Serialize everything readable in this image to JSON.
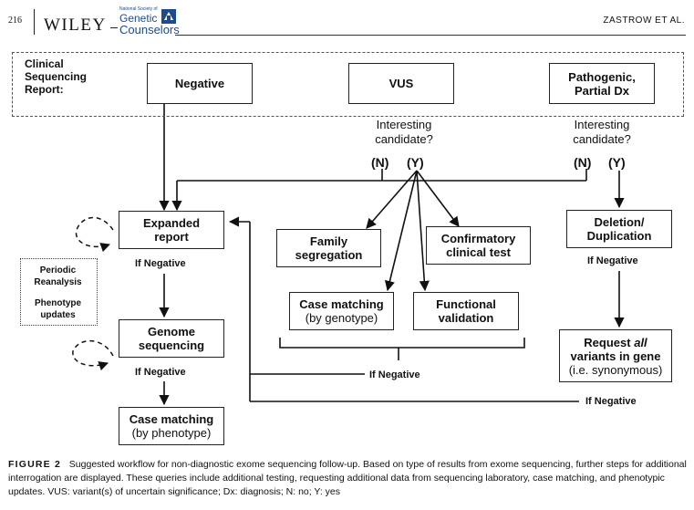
{
  "header": {
    "page_number": "216",
    "publisher": "WILEY",
    "society_line_small": "National Society of",
    "society_line1": "Genetic",
    "society_line2": "Counselors",
    "author_running": "ZASTROW ET AL."
  },
  "report": {
    "label_line1": "Clinical",
    "label_line2": "Sequencing",
    "label_line3": "Report:",
    "negative": "Negative",
    "vus": "VUS",
    "pathogenic_line1": "Pathogenic,",
    "pathogenic_line2": "Partial Dx"
  },
  "question": {
    "vus_line1": "Interesting",
    "vus_line2": "candidate?",
    "path_line1": "Interesting",
    "path_line2": "candidate?",
    "n": "(N)",
    "y": "(Y)"
  },
  "boxes": {
    "expanded_line1": "Expanded",
    "expanded_line2": "report",
    "genome_line1": "Genome",
    "genome_line2": "sequencing",
    "case_pheno_line1": "Case matching",
    "case_pheno_line2": "(by phenotype)",
    "family_line1": "Family",
    "family_line2": "segregation",
    "confirm_line1": "Confirmatory",
    "confirm_line2": "clinical test",
    "case_geno_line1": "Case matching",
    "case_geno_line2": "(by genotype)",
    "functional_line1": "Functional",
    "functional_line2": "validation",
    "deletion_line1": "Deletion/",
    "deletion_line2": "Duplication",
    "request_line1": "Request",
    "request_all": "all",
    "request_line2": "variants in gene",
    "request_line3": "(i.e. synonymous)"
  },
  "labels": {
    "if_negative": "If Negative"
  },
  "side": {
    "periodic_line1": "Periodic",
    "periodic_line2": "Reanalysis",
    "phenotype_line1": "Phenotype",
    "phenotype_line2": "updates"
  },
  "caption": {
    "figure_label": "FIGURE 2",
    "text": "Suggested workflow for non-diagnostic exome sequencing follow-up. Based on type of results from exome sequencing, further steps for additional interrogation are displayed. These queries include additional testing, requesting additional data from sequencing laboratory, case matching, and phenotypic updates. VUS: variant(s) of uncertain significance; Dx: diagnosis; N: no; Y: yes"
  }
}
